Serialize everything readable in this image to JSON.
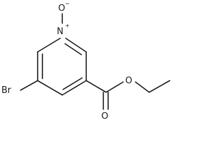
{
  "molecule": {
    "atoms": {
      "oxide_o": "O",
      "oxide_charge": "−",
      "nitrogen": "N",
      "nitrogen_charge": "+",
      "bromine": "Br",
      "ester_o": "O",
      "carbonyl_o": "O"
    }
  }
}
